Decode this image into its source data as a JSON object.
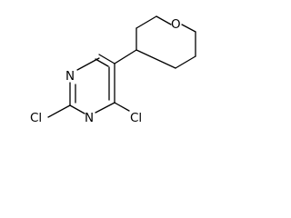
{
  "molecule": {
    "atoms": {
      "n_top": "N",
      "n_bottom": "N",
      "o_ring": "O",
      "cl_left": "Cl",
      "cl_right": "Cl"
    }
  }
}
